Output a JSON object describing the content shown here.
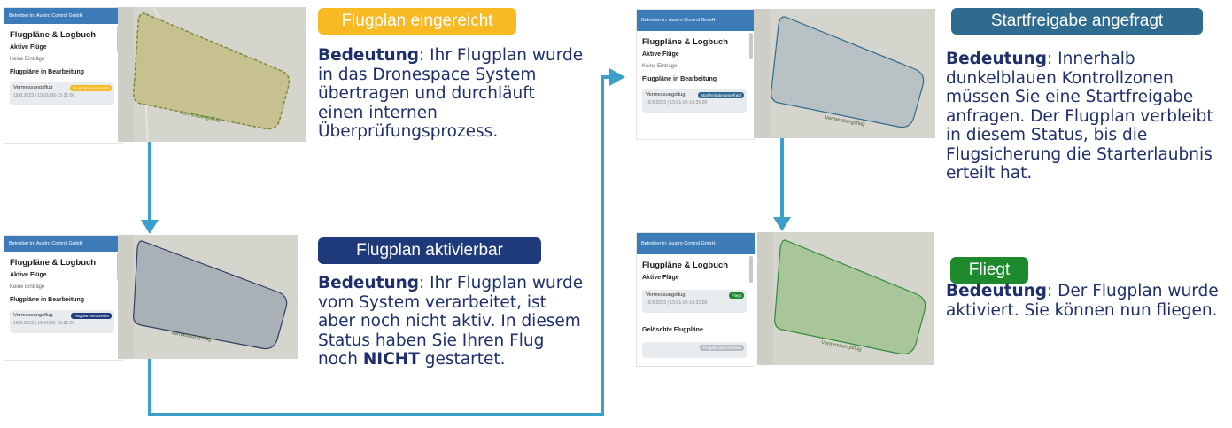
{
  "app": {
    "operator_header": "Betreiber:in: Austro Control GmbH",
    "title": "Flugpläne & Logbuch",
    "active_flights": "Aktive Flüge",
    "no_entries": "Keine Einträge",
    "in_progress": "Flugpläne in Bearbeitung",
    "deleted": "Gelöschte Flugpläne"
  },
  "flight": {
    "name": "Vermessungsflug",
    "date": "18.8.2023 | 15:01:00-15:31:00",
    "map_label": "Vermessungsflug"
  },
  "statuses": [
    {
      "badge": "Flugplan eingereicht",
      "pill": "Flugplan eingereicht",
      "color": "#f7b924",
      "meaning_label": "Bedeutung",
      "text": ": Ihr Flugplan wurde in das Dronespace System übertragen und durchläuft einen internen Überprüfungsprozess."
    },
    {
      "badge": "Flugplan aktivierbar",
      "pill": "Flugplan verarbeitet",
      "color": "#1f3a7a",
      "meaning_label": "Bedeutung",
      "text_before": ": Ihr Flugplan wurde vom System verarbeitet, ist aber noch nicht aktiv. In diesem Status haben Sie Ihren Flug noch ",
      "emph": "NICHT",
      "text_after": " gestartet."
    },
    {
      "badge": "Startfreigabe angefragt",
      "pill": "Startfreigabe angefragt",
      "color": "#2f6b8f",
      "meaning_label": "Bedeutung",
      "text": ": Innerhalb dunkelblauen Kontrollzonen müssen Sie eine Startfreigabe anfragen. Der Flugplan verbleibt in diesem Status, bis die Flugsicherung die Starterlaubnis erteilt hat."
    },
    {
      "badge": "Fliegt",
      "pill": "Fliegt",
      "color": "#1e8a2e",
      "meaning_label": "Bedeutung",
      "text": ": Der Flugplan wurde aktiviert. Sie können nun fliegen.",
      "deleted_pill": "Flugplan geschlossen"
    }
  ],
  "colors": {
    "arrow": "#3c9fc9",
    "header": "#3d7bb8",
    "text": "#1f2f6b"
  }
}
